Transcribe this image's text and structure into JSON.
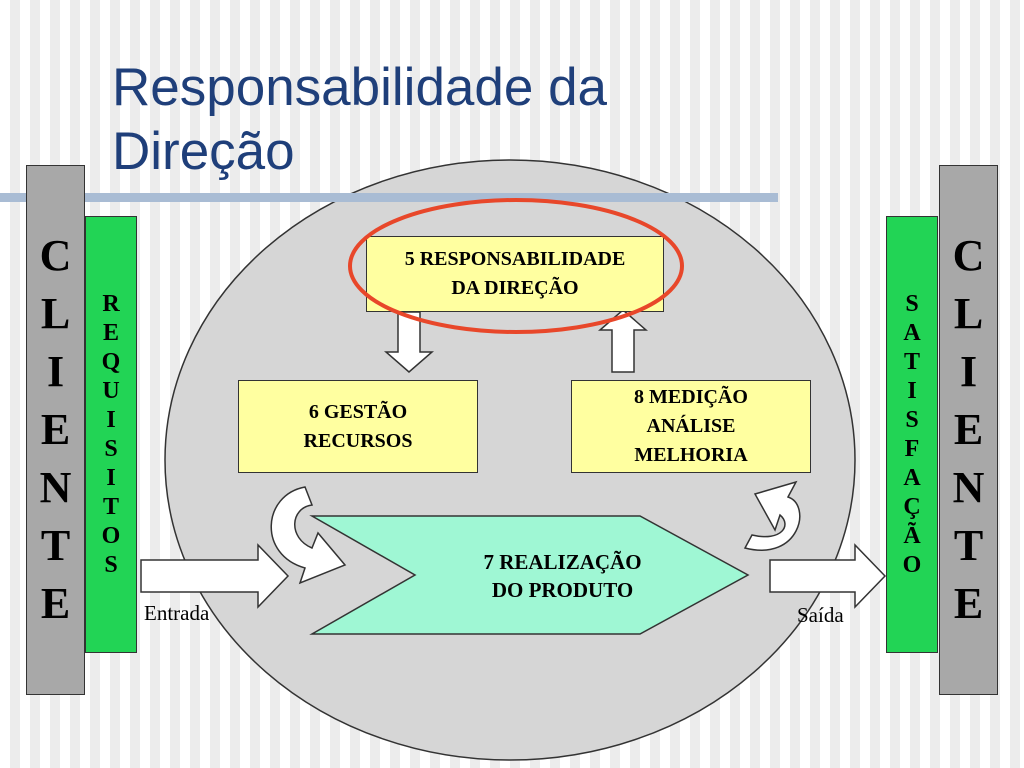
{
  "slide": {
    "title_lines": [
      "Responsabilidade da",
      "Direção"
    ]
  },
  "left_outer": {
    "letters": [
      "C",
      "L",
      "I",
      "E",
      "N",
      "T",
      "E"
    ]
  },
  "left_inner": {
    "letters": [
      "R",
      "E",
      "Q",
      "U",
      "I",
      "S",
      "I",
      "T",
      "O",
      "S"
    ]
  },
  "right_inner": {
    "letters": [
      "S",
      "A",
      "T",
      "I",
      "S",
      "F",
      "A",
      "Ç",
      "Ã",
      "O"
    ]
  },
  "right_outer": {
    "letters": [
      "C",
      "L",
      "I",
      "E",
      "N",
      "T",
      "E"
    ]
  },
  "boxes": {
    "responsabilidade": {
      "lines": [
        "5 RESPONSABILIDADE",
        "DA DIREÇÃO"
      ]
    },
    "gestao": {
      "lines": [
        "6 GESTÃO",
        "RECURSOS"
      ]
    },
    "medicao": {
      "lines": [
        "8 MEDIÇÃO",
        "ANÁLISE",
        "MELHORIA"
      ]
    },
    "realizacao": {
      "lines": [
        "7 REALIZAÇÃO",
        "DO PRODUTO"
      ]
    }
  },
  "labels": {
    "entrada": "Entrada",
    "saida": "Saída"
  },
  "colors": {
    "title": "#1f3f7a",
    "gray_bar": "#a8a8a8",
    "green_bar": "#22d455",
    "box_yellow": "#ffffa0",
    "product_green": "#9ff7d4",
    "highlight_circle": "#e8472a",
    "ellipse": "#d6d6d6"
  }
}
